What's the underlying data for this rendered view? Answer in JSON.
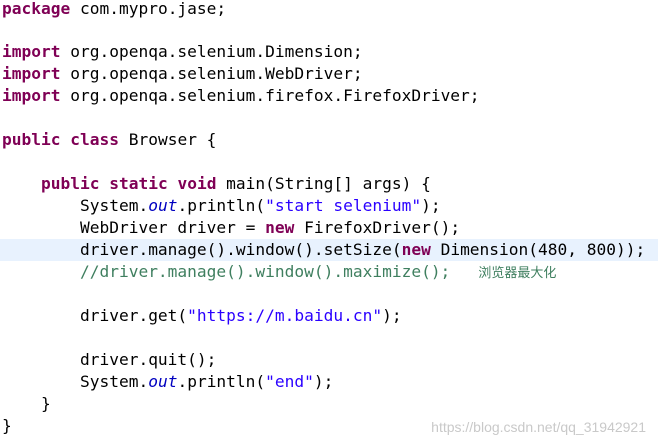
{
  "editor": {
    "lines": {
      "l1": {
        "kw1": "package",
        "t1": " com.mypro.jase;"
      },
      "l3": {
        "kw1": "import",
        "t1": " org.openqa.selenium.Dimension;"
      },
      "l4": {
        "kw1": "import",
        "t1": " org.openqa.selenium.WebDriver;"
      },
      "l5": {
        "kw1": "import",
        "t1": " org.openqa.selenium.firefox.FirefoxDriver;"
      },
      "l7": {
        "kw1": "public",
        "kw2": "class",
        "t1": " Browser {"
      },
      "l9": {
        "indent": "    ",
        "kw1": "public",
        "kw2": "static",
        "kw3": "void",
        "t1": " main(String[] args) {"
      },
      "l10": {
        "indent": "        ",
        "t1": "System.",
        "field": "out",
        "t2": ".println(",
        "str": "\"start selenium\"",
        "t3": ");"
      },
      "l11": {
        "indent": "        ",
        "t1": "WebDriver driver = ",
        "kw1": "new",
        "t2": " FirefoxDriver();"
      },
      "l12": {
        "indent": "        ",
        "t1": "driver.manage().window().setSize(",
        "kw1": "new",
        "t2": " Dimension(480, 800));"
      },
      "l13": {
        "indent": "        ",
        "cmt": "//driver.manage().window().maximize();",
        "note": "浏览器最大化"
      },
      "l15": {
        "indent": "        ",
        "t1": "driver.get(",
        "str": "\"https://m.baidu.cn\"",
        "t2": ");"
      },
      "l17": {
        "indent": "        ",
        "t1": "driver.quit();"
      },
      "l18": {
        "indent": "        ",
        "t1": "System.",
        "field": "out",
        "t2": ".println(",
        "str": "\"end\"",
        "t3": ");"
      },
      "l19": {
        "indent": "    ",
        "t1": "}"
      },
      "l20": {
        "t1": "}"
      }
    }
  },
  "watermark": "https://blog.csdn.net/qq_31942921",
  "colors": {
    "keyword": "#7f0055",
    "string": "#2a00ff",
    "field": "#0000c0",
    "comment": "#3f7f5f",
    "current_line": "#e8f2fe"
  }
}
